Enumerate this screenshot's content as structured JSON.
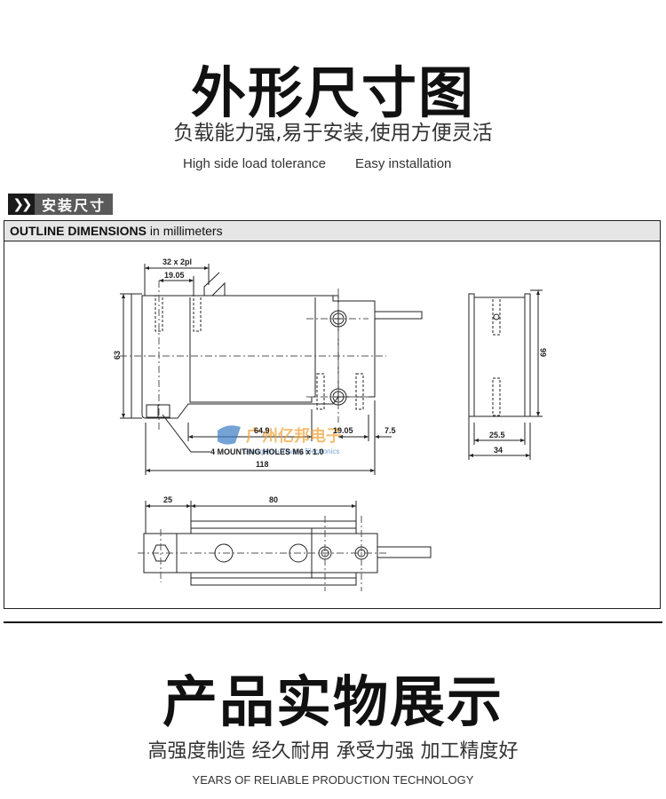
{
  "header": {
    "title": "外形尺寸图",
    "subtitle": "负载能力强,易于安装,使用方便灵活",
    "english_left": "High side load tolerance",
    "english_right": "Easy installation"
  },
  "section_tag": {
    "icon": "double-chevron-icon",
    "label": "安装尺寸"
  },
  "drawing": {
    "heading_bold": "OUTLINE DIMENSIONS",
    "heading_rest": " in millimeters",
    "dims": {
      "pitch": "32 x 2pl",
      "hole_offset": "19.05",
      "height": "63",
      "len_a": "64.9",
      "len_b": "19.05",
      "len_c": "7.5",
      "mounting": "4 MOUNTING HOLES M6 x 1.0",
      "overall": "118",
      "side_height": "66",
      "side_inner": "25.5",
      "side_width": "34",
      "bottom_a": "25",
      "bottom_b": "80"
    },
    "watermark_cn": "广州亿邦电子",
    "watermark_en": "Guangzhou Yibang Electronics"
  },
  "footer": {
    "title": "产品实物展示",
    "subtitle": "高强度制造 经久耐用 承受力强 加工精度好",
    "english": "YEARS OF RELIABLE PRODUCTION TECHNOLOGY"
  },
  "colors": {
    "text": "#111111",
    "tag_dark": "#1a1a1a",
    "tag_gray": "#5a5a5a",
    "bar_bg": "#e6e6e6",
    "watermark": "#f0a236"
  }
}
